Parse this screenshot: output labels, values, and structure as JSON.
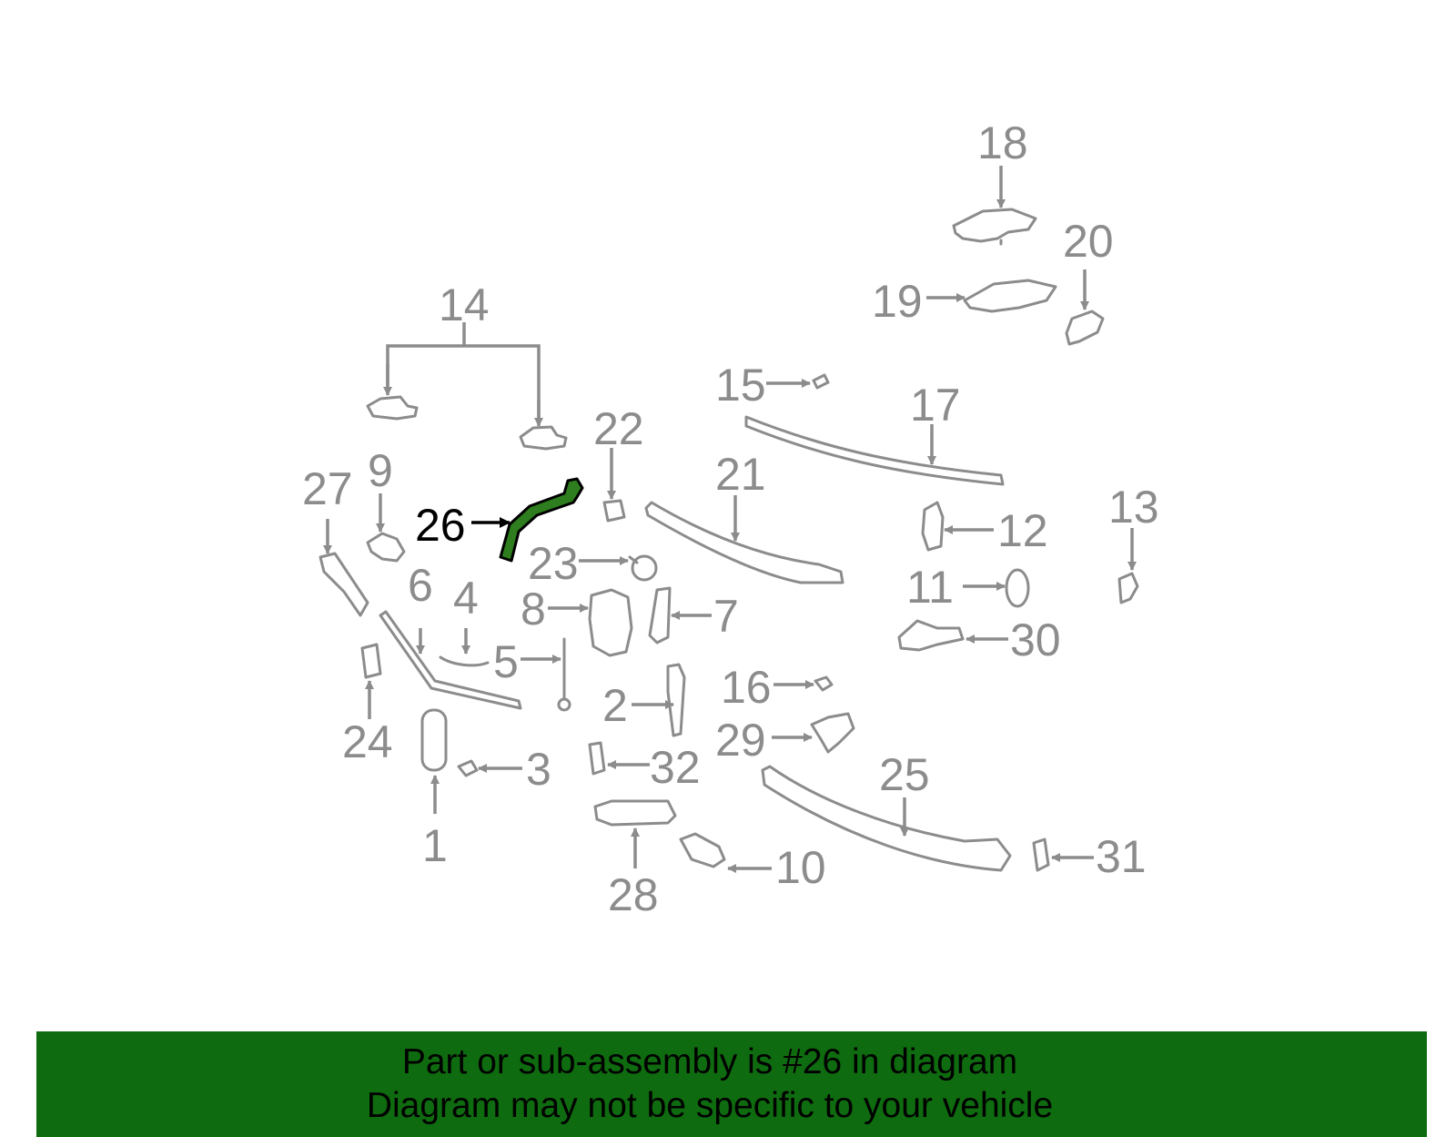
{
  "highlight_color": "#2e7d1e",
  "banner_color": "#0f6b0f",
  "highlighted_part": "26",
  "callouts": {
    "c1": "1",
    "c2": "2",
    "c3": "3",
    "c4": "4",
    "c5": "5",
    "c6": "6",
    "c7": "7",
    "c8": "8",
    "c9": "9",
    "c10": "10",
    "c11": "11",
    "c12": "12",
    "c13": "13",
    "c14": "14",
    "c15": "15",
    "c16": "16",
    "c17": "17",
    "c18": "18",
    "c19": "19",
    "c20": "20",
    "c21": "21",
    "c22": "22",
    "c23": "23",
    "c24": "24",
    "c25": "25",
    "c26": "26",
    "c27": "27",
    "c28": "28",
    "c29": "29",
    "c30": "30",
    "c31": "31",
    "c32": "32"
  },
  "banner": {
    "line1": "Part or sub-assembly is #26 in diagram",
    "line2": "Diagram may not be specific to your vehicle"
  }
}
